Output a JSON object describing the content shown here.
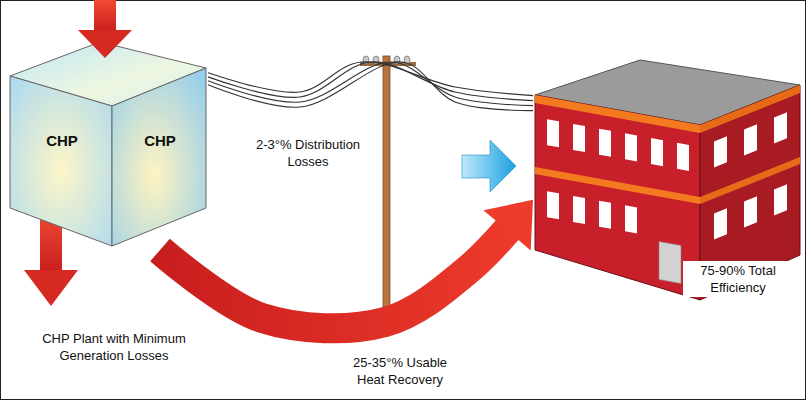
{
  "diagram": {
    "nodes": [
      {
        "text": [
          "CHP",
          "CHP"
        ]
      },
      {
        "text": [
          "75-90% Total Efficiency"
        ]
      }
    ],
    "edges": [
      {
        "from": 0,
        "to": 1,
        "label": "2-3°% Distribution Losses",
        "arrow": "none"
      },
      {
        "from": 0,
        "to": 1,
        "label": "25-35°% Usable Heat Recovery",
        "arrow": "to"
      }
    ],
    "labels": [
      "CHP Plant with Minimum Generation Losses"
    ]
  }
}
